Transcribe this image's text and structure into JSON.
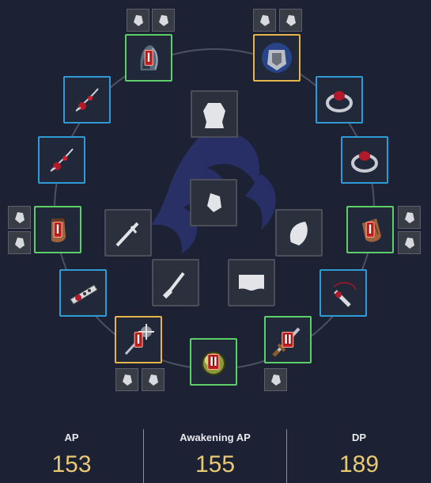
{
  "equipment": {
    "enhancement_labels": [
      "I",
      "I",
      "I",
      "I",
      "II",
      "II"
    ],
    "item_icons": [
      "helmet-icon",
      "armor-icon",
      "earring-icon",
      "ring-icon",
      "belt-icon",
      "gloves-icon",
      "sub-weapon-icon",
      "shoes-icon",
      "awakening-weapon-icon",
      "necklace-icon",
      "main-weapon-icon",
      "outfit-icon"
    ]
  },
  "stats": {
    "ap_label": "AP",
    "ap_value": "153",
    "awakening_ap_label": "Awakening AP",
    "awakening_ap_value": "155",
    "dp_label": "DP",
    "dp_value": "189"
  }
}
